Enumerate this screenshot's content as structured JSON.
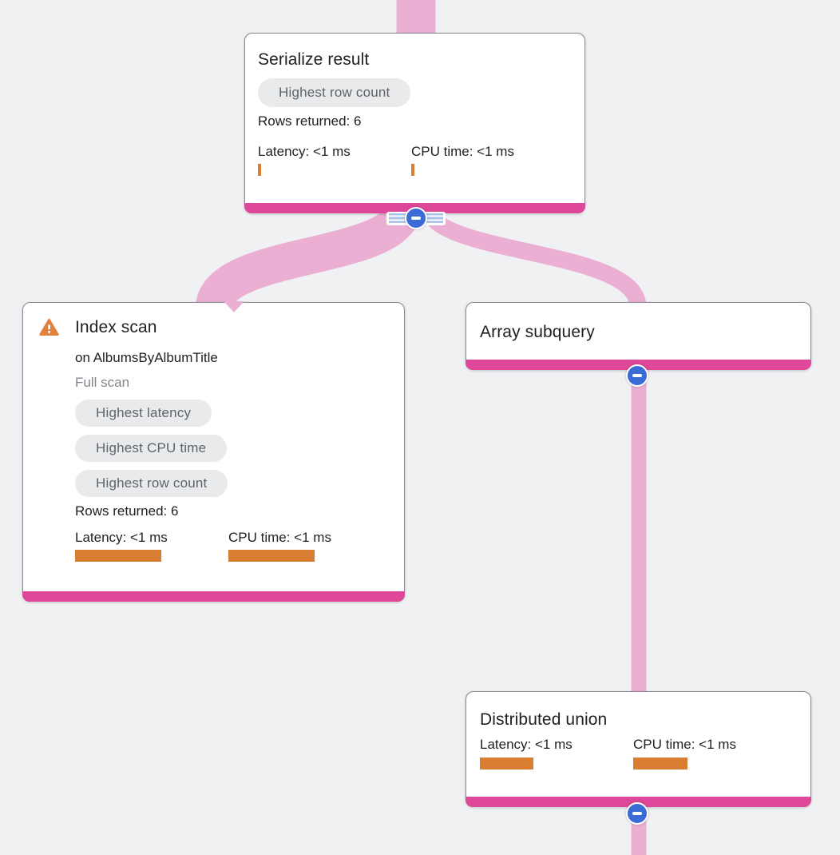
{
  "diagram": {
    "nodes": {
      "serialize_result": {
        "title": "Serialize result",
        "chips": [
          "Highest row count"
        ],
        "rows_returned": "Rows returned: 6",
        "latency_label": "Latency: <1 ms",
        "cpu_label": "CPU time: <1 ms",
        "latency_bar_style": "width:4px",
        "cpu_bar_style": "width:4px"
      },
      "index_scan": {
        "title": "Index scan",
        "subtitle": "on AlbumsByAlbumTitle",
        "scan_type": "Full scan",
        "chips": [
          "Highest latency",
          "Highest CPU time",
          "Highest row count"
        ],
        "rows_returned": "Rows returned: 6",
        "latency_label": "Latency: <1 ms",
        "cpu_label": "CPU time: <1 ms",
        "latency_bar_style": "width:108px",
        "cpu_bar_style": "width:108px"
      },
      "array_subquery": {
        "title": "Array subquery"
      },
      "distributed_union": {
        "title": "Distributed union",
        "latency_label": "Latency: <1 ms",
        "cpu_label": "CPU time: <1 ms",
        "latency_bar_style": "width:67px",
        "cpu_bar_style": "width:68px"
      }
    },
    "icons": {
      "warning": "warning-triangle-icon",
      "collapse": "collapse-minus-icon"
    },
    "colors": {
      "background": "#F0F1F3",
      "edge_pink": "#EBAFD4",
      "node_accent_magenta": "#DF4899",
      "metric_bar_orange": "#D97D33",
      "warning_orange": "#E0823A",
      "collapse_blue": "#3B6BD5",
      "stripe_blue": "#AAC1EB",
      "chip_bg": "#E9EAEC",
      "chip_text": "#5F6368",
      "title_text": "#202124",
      "muted_text": "#80868B"
    }
  }
}
